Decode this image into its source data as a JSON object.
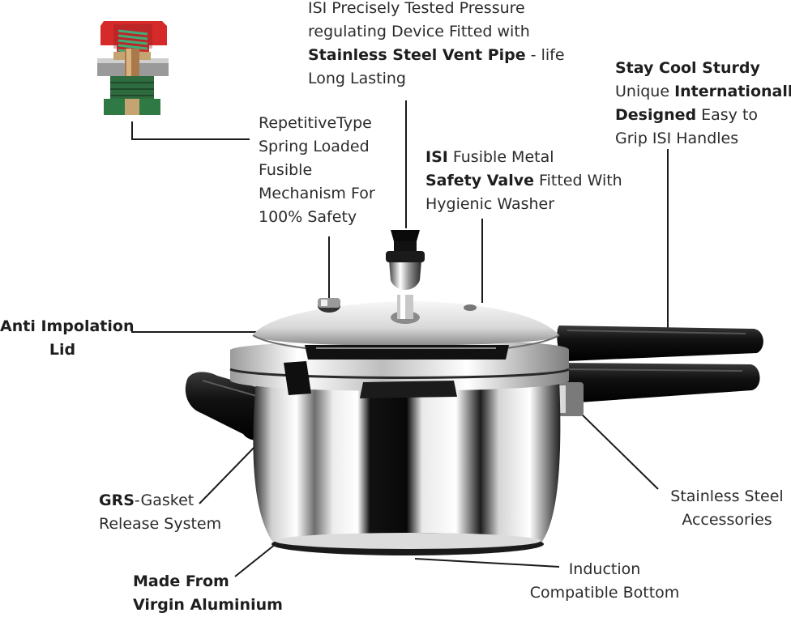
{
  "labels": {
    "pressure_device": {
      "l1": "ISI Precisely Tested Pressure",
      "l2": "regulating Device Fitted with",
      "l3_bold": "Stainless Steel Vent Pipe",
      "l3_rest": " - life",
      "l4": "Long Lasting"
    },
    "handles": {
      "l1_bold": "Stay Cool Sturdy",
      "l2_pre": "Unique ",
      "l2_bold": "Internationally",
      "l3_bold": "Designed",
      "l3_rest": " Easy to",
      "l4": "Grip ISI Handles"
    },
    "spring": {
      "l1": "RepetitiveType",
      "l2": "Spring Loaded",
      "l3": "Fusible",
      "l4": "Mechanism For",
      "l5": "100% Safety"
    },
    "safety_valve": {
      "l1_bold": "ISI",
      "l1_rest": " Fusible Metal",
      "l2_bold": "Safety Valve",
      "l2_rest": "  Fitted With",
      "l3": "Hygienic Washer"
    },
    "lid": {
      "l1": "Anti Impolation",
      "l2": "Lid"
    },
    "accessories": {
      "l1": "Stainless Steel",
      "l2": "Accessories"
    },
    "grs": {
      "l1_bold": "GRS",
      "l1_rest": "-Gasket",
      "l2": "Release System"
    },
    "induction": {
      "l1": "Induction",
      "l2": "Compatible Bottom"
    },
    "aluminium": {
      "l1": "Made From",
      "l2": "Virgin Aluminium"
    }
  },
  "colors": {
    "text": "#2b2b2b",
    "steel_dark": "#1a1a1a",
    "steel_light": "#f2f2f2",
    "handle": "#111111",
    "valve_red": "#d62a2a",
    "spring_green": "#3fae7a"
  },
  "icons": [
    "fusible-mechanism-cutaway-icon",
    "pressure-cooker-image"
  ]
}
